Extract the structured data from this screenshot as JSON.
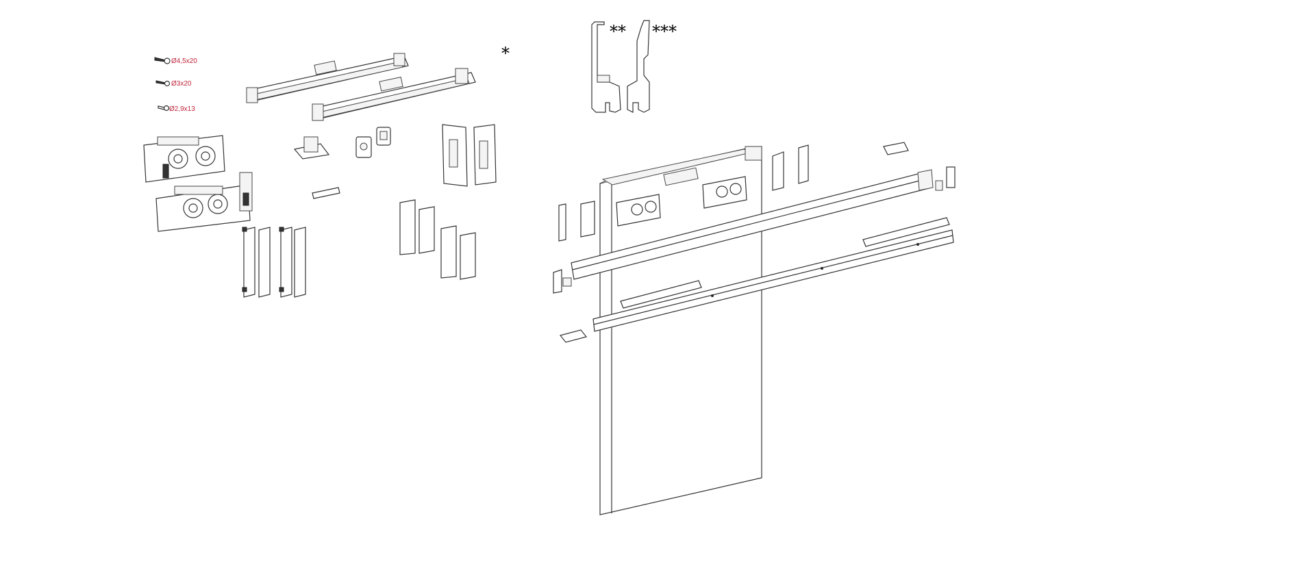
{
  "diagram": {
    "screws": [
      {
        "label": "Ø4,5x20"
      },
      {
        "label": "Ø3x20"
      },
      {
        "label": "Ø2,9x13"
      }
    ],
    "markers": {
      "single": "*",
      "double": "**",
      "triple": "***"
    },
    "colors": {
      "label": "#c0243a",
      "line": "#333333"
    }
  }
}
